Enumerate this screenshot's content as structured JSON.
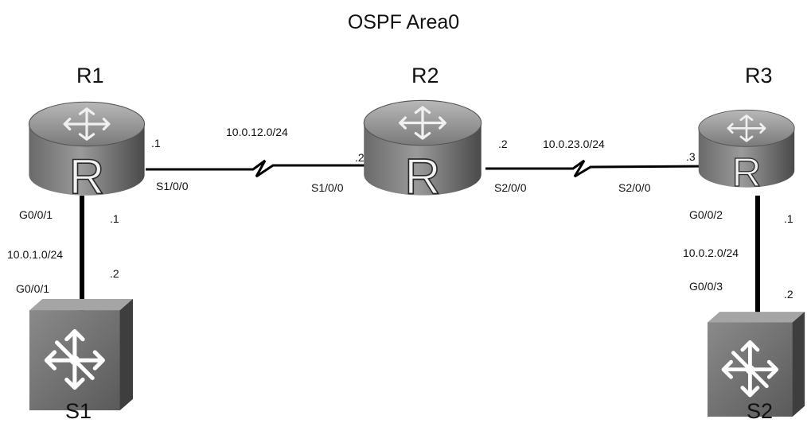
{
  "title": "OSPF Area0",
  "devices": {
    "r1": {
      "name": "R1",
      "glyph": "R"
    },
    "r2": {
      "name": "R2",
      "glyph": "R"
    },
    "r3": {
      "name": "R3",
      "glyph": "R"
    },
    "s1": {
      "name": "S1"
    },
    "s2": {
      "name": "S2"
    }
  },
  "links": {
    "r1_r2": {
      "network": "10.0.12.0/24",
      "r1_if": "S1/0/0",
      "r1_host": ".1",
      "r2_if": "S1/0/0",
      "r2_host": ".2"
    },
    "r2_r3": {
      "network": "10.0.23.0/24",
      "r2_if": "S2/0/0",
      "r2_host": ".2",
      "r3_if": "S2/0/0",
      "r3_host": ".3"
    },
    "r1_s1": {
      "network": "10.0.1.0/24",
      "r1_if": "G0/0/1",
      "r1_host": ".1",
      "s1_if": "G0/0/1",
      "s1_host": ".2"
    },
    "r3_s2": {
      "network": "10.0.2.0/24",
      "r3_if": "G0/0/2",
      "r3_host": ".1",
      "s2_if": "G0/0/3",
      "s2_host": ".2"
    }
  },
  "colors": {
    "line": "#000000",
    "device_dark": "#3a3a3a",
    "device_mid": "#8a8a8a",
    "device_light": "#d0d0d0"
  }
}
